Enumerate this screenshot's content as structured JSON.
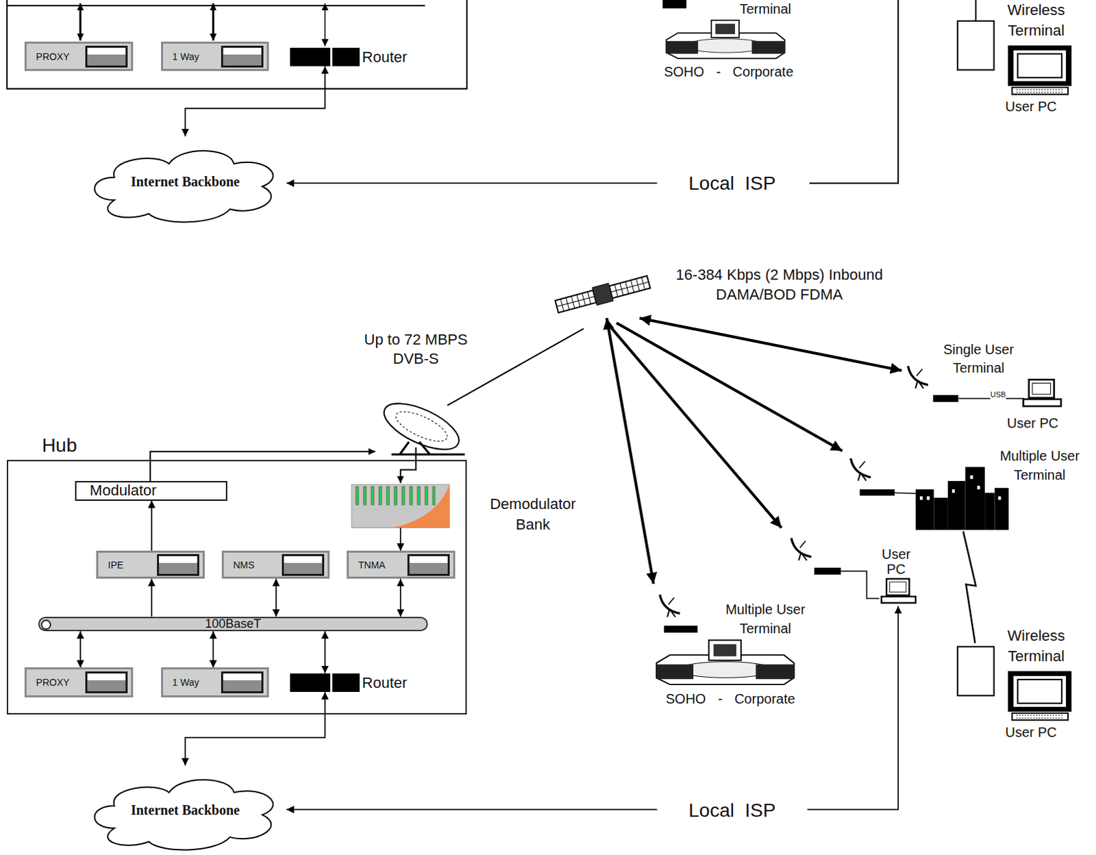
{
  "diagram": {
    "nodes": [
      {
        "text": [
          "PROXY"
        ]
      },
      {
        "text": [
          "1 Way"
        ]
      },
      {
        "text": [
          "Router"
        ]
      },
      {
        "text": [
          "Terminal",
          "SOHO - Corporate"
        ]
      },
      {
        "text": [
          "Wireless Terminal"
        ]
      },
      {
        "text": [
          "User PC"
        ]
      },
      {
        "text": [
          "Internet Backbone"
        ]
      },
      {
        "text": [
          "Local  ISP"
        ]
      },
      {
        "text": [
          "Hub"
        ]
      },
      {
        "text": [
          "Modulator"
        ],
        "in": 8
      },
      {
        "text": [
          "Demodulator Bank"
        ],
        "in": 8
      },
      {
        "text": [
          "IPE"
        ],
        "in": 8
      },
      {
        "text": [
          "NMS"
        ],
        "in": 8
      },
      {
        "text": [
          "TNMA"
        ],
        "in": 8
      },
      {
        "text": [
          "100BaseT"
        ],
        "in": 8
      },
      {
        "text": [
          "PROXY"
        ],
        "in": 8
      },
      {
        "text": [
          "1 Way"
        ],
        "in": 8
      },
      {
        "text": [
          "Router"
        ],
        "in": 8
      },
      {
        "text": [
          "Single User Terminal"
        ]
      },
      {
        "text": [
          "User PC"
        ]
      },
      {
        "text": [
          "Multiple User Terminal"
        ]
      },
      {
        "text": [
          "User PC"
        ]
      },
      {
        "text": [
          "Multiple User Terminal",
          "SOHO - Corporate"
        ]
      },
      {
        "text": [
          "Wireless Terminal"
        ]
      },
      {
        "text": [
          "User PC"
        ]
      },
      {
        "text": [
          "Internet Backbone"
        ]
      },
      {
        "text": [
          "Local  ISP"
        ]
      }
    ],
    "edges": [
      {
        "from": 2,
        "to": 6,
        "arrow": "both"
      },
      {
        "from": 7,
        "to": 6,
        "arrow": "to"
      },
      {
        "from": 11,
        "to": 9,
        "arrow": "to"
      },
      {
        "from": 14,
        "to": 11,
        "arrow": "to"
      },
      {
        "from": 12,
        "to": 14,
        "arrow": "both"
      },
      {
        "from": 13,
        "to": 14,
        "arrow": "both"
      },
      {
        "from": 10,
        "to": 13,
        "arrow": "to"
      },
      {
        "from": 14,
        "to": 15,
        "arrow": "both"
      },
      {
        "from": 14,
        "to": 16,
        "arrow": "both"
      },
      {
        "from": 14,
        "to": 17,
        "arrow": "both"
      },
      {
        "from": 17,
        "to": 25,
        "arrow": "both"
      },
      {
        "from": 26,
        "to": 25,
        "arrow": "to"
      },
      {
        "from": 26,
        "to": 21,
        "arrow": "to"
      },
      {
        "from": 20,
        "to": 23,
        "arrow": "none"
      }
    ],
    "labels": [
      "Up to 72 MBPS DVB-S",
      "16-384 Kbps (2 Mbps) Inbound DAMA/BOD FDMA",
      "USB"
    ]
  }
}
